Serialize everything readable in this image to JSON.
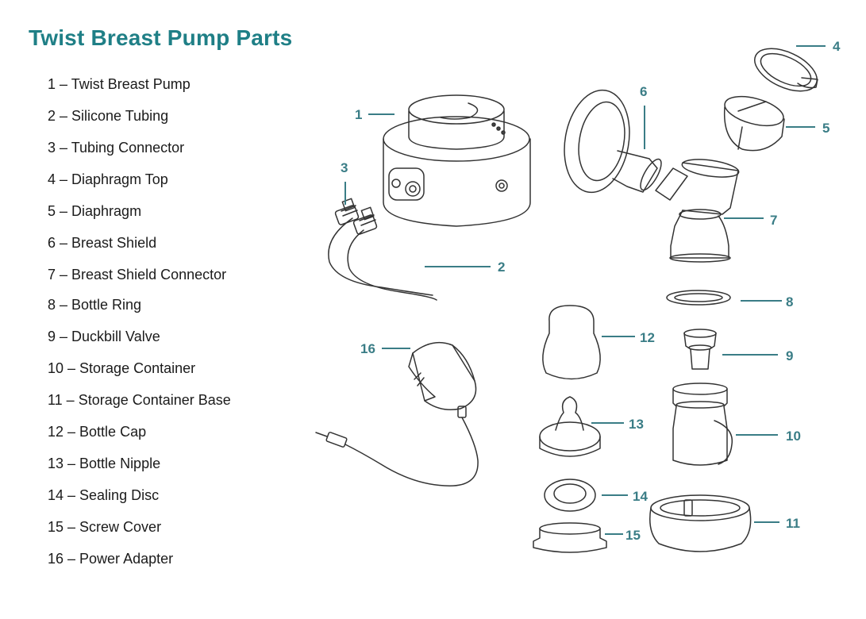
{
  "title": "Twist Breast Pump Parts",
  "parts": [
    {
      "number": "1",
      "name": "1 – Twist Breast Pump"
    },
    {
      "number": "2",
      "name": "2 – Silicone Tubing"
    },
    {
      "number": "3",
      "name": "3 – Tubing Connector"
    },
    {
      "number": "4",
      "name": "4 – Diaphragm Top"
    },
    {
      "number": "5",
      "name": "5 – Diaphragm"
    },
    {
      "number": "6",
      "name": "6 – Breast Shield"
    },
    {
      "number": "7",
      "name": "7 – Breast Shield Connector"
    },
    {
      "number": "8",
      "name": "8 – Bottle Ring"
    },
    {
      "number": "9",
      "name": "9 – Duckbill Valve"
    },
    {
      "number": "10",
      "name": "10 – Storage Container"
    },
    {
      "number": "11",
      "name": "11 – Storage Container Base"
    },
    {
      "number": "12",
      "name": "12 – Bottle Cap"
    },
    {
      "number": "13",
      "name": "13 – Bottle Nipple"
    },
    {
      "number": "14",
      "name": "14 – Sealing Disc"
    },
    {
      "number": "15",
      "name": "15 – Screw Cover"
    },
    {
      "number": "16",
      "name": "16 – Power Adapter"
    }
  ],
  "colors": {
    "accent": "#1f7f86",
    "label": "#3a7d86",
    "text": "#1b1b1b",
    "stroke": "#333333"
  }
}
